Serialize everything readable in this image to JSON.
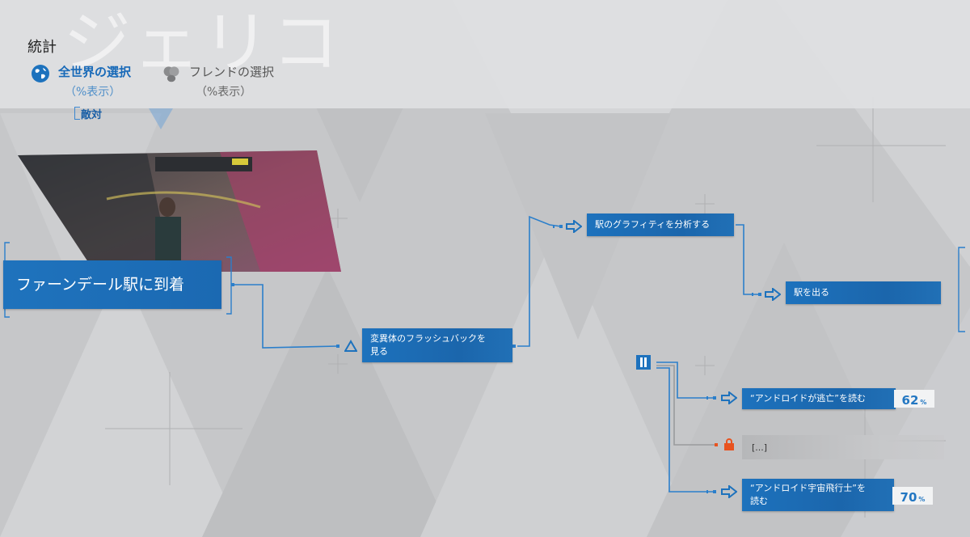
{
  "header": {
    "watermark": "ジェリコ",
    "title": "統計",
    "filters": [
      {
        "label": "全世界の選択",
        "sub": "（%表示）",
        "icon": "globe-icon",
        "active": true
      },
      {
        "label": "フレンドの選択",
        "sub": "（%表示）",
        "icon": "friends-icon",
        "active": false
      }
    ],
    "faded_label": "敵対"
  },
  "flowchart": {
    "nodes": [
      {
        "id": "main",
        "label": "ファーンデール駅に到着"
      },
      {
        "id": "flashback",
        "label_lines": [
          "変異体のフラッシュバックを",
          "見る"
        ]
      },
      {
        "id": "graffiti",
        "label": "駅のグラフィティを分析する"
      },
      {
        "id": "exit",
        "label": "駅を出る"
      },
      {
        "id": "read1",
        "label": "“アンドロイドが逃亡”を読む",
        "percent": "62",
        "percent_unit": "%"
      },
      {
        "id": "locked",
        "label": "[...]",
        "locked": true
      },
      {
        "id": "read2",
        "label_lines": [
          "“アンドロイド宇宙飛行士”を",
          "読む"
        ],
        "percent": "70",
        "percent_unit": "%"
      }
    ]
  },
  "colors": {
    "accent": "#1d72bd",
    "lock": "#e8531f",
    "background": "#c9cacc"
  }
}
